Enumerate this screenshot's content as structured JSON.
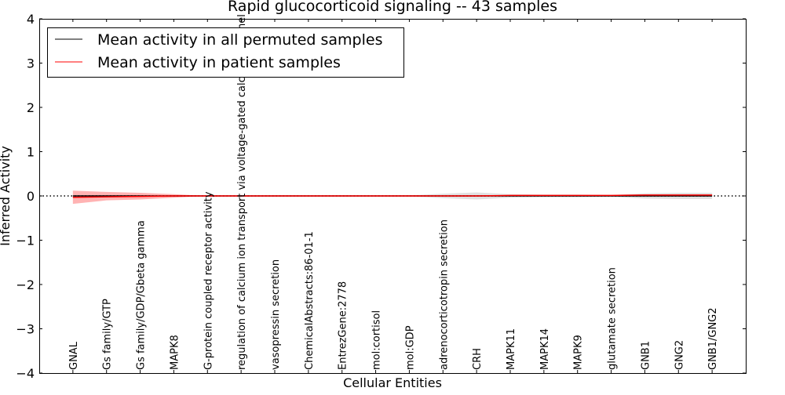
{
  "chart_data": {
    "type": "line",
    "title": "Rapid glucocorticoid signaling -- 43 samples",
    "xlabel": "Cellular Entities",
    "ylabel": "Inferred Activity",
    "ylim": [
      -4,
      4
    ],
    "xlim": [
      -1,
      20
    ],
    "yticks": [
      "4",
      "3",
      "2",
      "1",
      "0",
      "−1",
      "−2",
      "−3",
      "−4"
    ],
    "ytick_values": [
      4,
      3,
      2,
      1,
      0,
      -1,
      -2,
      -3,
      -4
    ],
    "grid": false,
    "legend_placement": "top-left",
    "categories": [
      "GNAL",
      "Gs family/GTP",
      "Gs family/GDP/Gbeta gamma",
      "MAPK8",
      "G-protein coupled receptor activity",
      "regulation of calcium ion transport via voltage-gated calcium channel",
      "vasopressin secretion",
      "ChemicalAbstracts:86-01-1",
      "EntrezGene:2778",
      "mol:cortisol",
      "mol:GDP",
      "adrenocorticotropin secretion",
      "CRH",
      "MAPK11",
      "MAPK14",
      "MAPK9",
      "glutamate secretion",
      "GNB1",
      "GNG2",
      "GNB1/GNG2"
    ],
    "series": [
      {
        "name": "Mean activity in all permuted samples",
        "color": "#000000",
        "values": [
          0,
          0,
          0,
          0,
          0,
          0,
          0,
          0,
          0,
          0,
          0,
          0,
          0,
          0,
          0,
          0,
          0,
          0,
          0,
          0
        ],
        "band_upper": [
          0.01,
          0.01,
          0.01,
          0.01,
          0,
          0,
          0,
          0,
          0,
          0,
          0.01,
          0.05,
          0.08,
          0.04,
          0.03,
          0.03,
          0.02,
          0.06,
          0.07,
          0.07
        ],
        "band_lower": [
          -0.01,
          -0.01,
          -0.01,
          -0.01,
          0,
          0,
          0,
          0,
          0,
          0,
          -0.01,
          -0.05,
          -0.08,
          -0.04,
          -0.03,
          -0.03,
          -0.02,
          -0.06,
          -0.07,
          -0.07
        ],
        "band_color": "#d9d9d9"
      },
      {
        "name": "Mean activity in patient samples",
        "color": "#ff0000",
        "values": [
          -0.03,
          -0.02,
          -0.01,
          0,
          0,
          0,
          0,
          0,
          0,
          0,
          0,
          0,
          0,
          0.01,
          0.01,
          0.01,
          0.01,
          0.02,
          0.02,
          0.02
        ],
        "band_upper": [
          0.12,
          0.09,
          0.07,
          0.04,
          0,
          0,
          0,
          0,
          0,
          0,
          0,
          0,
          0,
          0.01,
          0.01,
          0.01,
          0.01,
          0.02,
          0.02,
          0.02
        ],
        "band_lower": [
          -0.18,
          -0.1,
          -0.08,
          -0.04,
          0,
          0,
          0,
          0,
          0,
          0,
          0,
          0,
          0,
          0.01,
          0.01,
          0.01,
          0.01,
          0.02,
          0.02,
          0.02
        ],
        "band_color": "#ff9999"
      }
    ],
    "reference_line": {
      "y": 0,
      "style": "dotted",
      "color": "#000000"
    }
  }
}
